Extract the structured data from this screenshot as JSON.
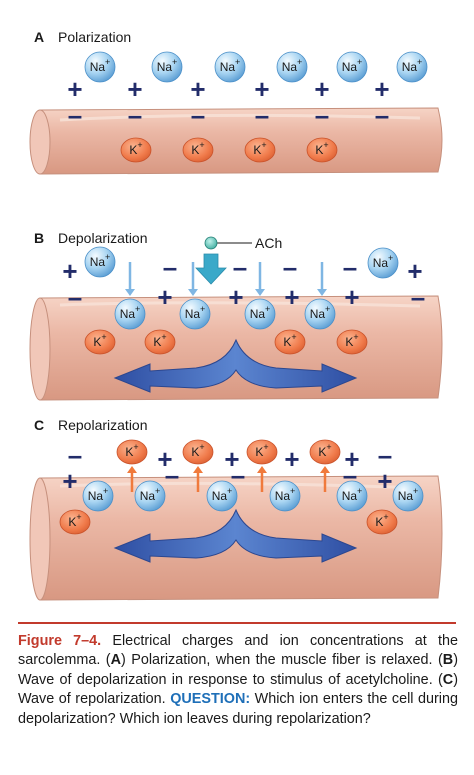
{
  "panels": [
    {
      "letter": "A",
      "title": "Polarization"
    },
    {
      "letter": "B",
      "title": "Depolarization"
    },
    {
      "letter": "C",
      "title": "Repolarization"
    }
  ],
  "ions": {
    "sodium": "Na",
    "potassium": "K"
  },
  "ach_label": "ACh",
  "caption": {
    "figure_label": "Figure 7–4.",
    "text_1": " Electrical charges and ion concentrations at the sarcolemma. (",
    "a": "A",
    "text_2": ") Polarization, when the muscle fiber is relaxed. (",
    "b": "B",
    "text_3": ") Wave of depolarization in response to stimulus of acetylcholine. (",
    "c": "C",
    "text_4": ") Wave of repolarization.",
    "question_label": "QUESTION:",
    "question_text": " Which ion enters the cell during depolarization? Which ion leaves during repolarization?"
  },
  "colors": {
    "fiber": "#e9b5a4",
    "sodium_ion": "#8cc3ea",
    "potassium_ion": "#f07a4a",
    "arrow_blue": "#3a64b4",
    "arrow_orange": "#f07a3c",
    "charge_sign": "#222c6a",
    "figure_label": "#c23a2c",
    "question_label": "#1e6fb8"
  }
}
